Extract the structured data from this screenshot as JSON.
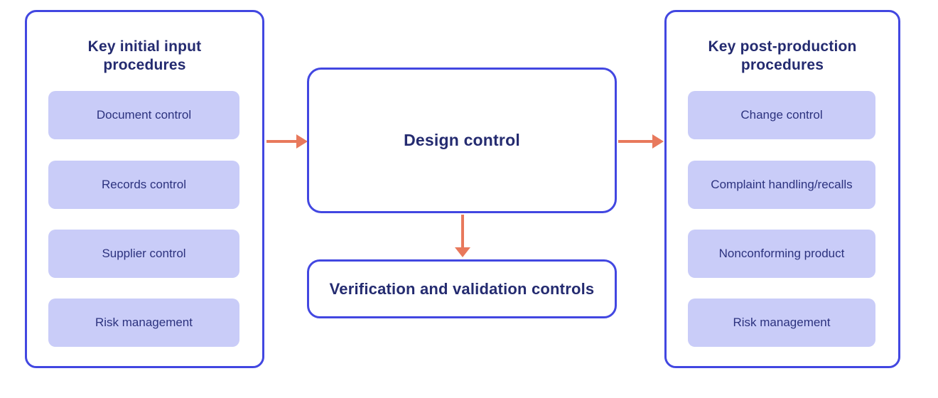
{
  "colors": {
    "border_blue": "#4247e1",
    "fill_lavender": "#c9ccf8",
    "title_navy": "#242b70",
    "item_navy": "#2c327e",
    "arrow_coral": "#e8795c",
    "background": "#ffffff"
  },
  "left_panel": {
    "title": "Key initial input procedures",
    "items": [
      "Document control",
      "Records control",
      "Supplier control",
      "Risk management"
    ]
  },
  "center": {
    "design_label": "Design control",
    "verification_label": "Verification and validation controls"
  },
  "right_panel": {
    "title": "Key post-production procedures",
    "items": [
      "Change control",
      "Complaint handling/recalls",
      "Nonconforming product",
      "Risk management"
    ]
  }
}
